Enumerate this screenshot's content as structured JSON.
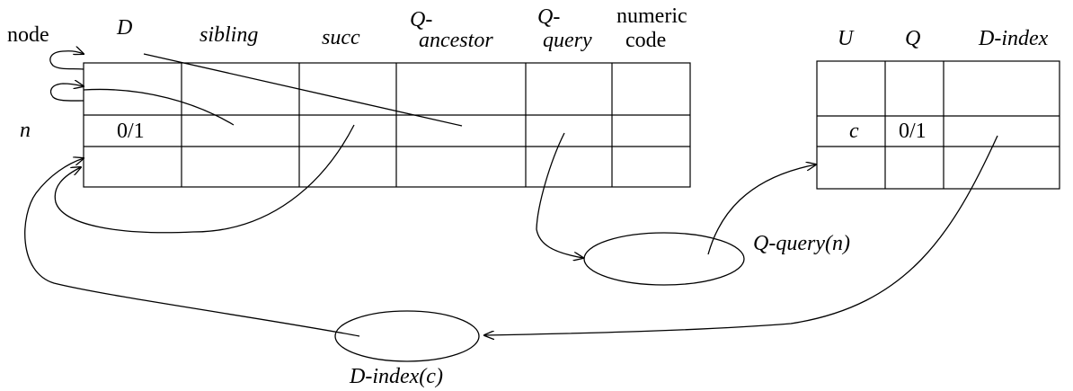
{
  "node_table": {
    "row_label_node": "node",
    "row_label_n": "n",
    "headers": {
      "D": "D",
      "sibling": "sibling",
      "succ": "succ",
      "q_ancestor_1": "Q-",
      "q_ancestor_2": "ancestor",
      "q_query_1": "Q-",
      "q_query_2": "query",
      "numeric_1": "numeric",
      "numeric_2": "code"
    },
    "cell_D_n": "0/1"
  },
  "query_table": {
    "headers": {
      "U": "U",
      "Q": "Q",
      "D_index": "D-index"
    },
    "cell_U": "c",
    "cell_Q": "0/1"
  },
  "ellipse_q_query_label": "Q-query(n)",
  "ellipse_d_index_label": "D-index(c)"
}
